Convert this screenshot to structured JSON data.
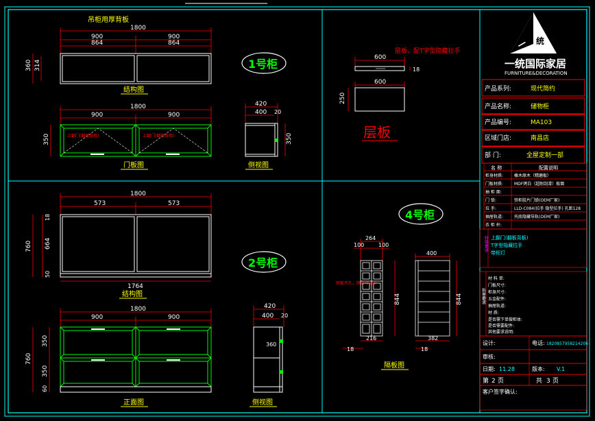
{
  "colors": {
    "background": "#000000",
    "frame": "#00ffff",
    "outline": "#ffffff",
    "dimension": "#ff0000",
    "dimension_text": "#ffffff",
    "door": "#00ff00",
    "title_green": "#00ff00",
    "label_yellow": "#ffff00",
    "accent_red": "#ff0000",
    "table_text": "#ffffff",
    "magenta": "#ff00ff"
  },
  "cabinet1": {
    "badge": "1号柜",
    "note_top": "吊柜用厚背板",
    "struct_dims": {
      "overall": "1800",
      "half_a": "900",
      "half_b": "900",
      "inner_a": "864",
      "inner_b": "864",
      "height_outer": "360",
      "height_inner": "314"
    },
    "struct_caption": "结构图",
    "door_dims": {
      "overall": "1800",
      "half_a": "900",
      "half_b": "900",
      "height": "350"
    },
    "door_note": "上翻门(翻板背板)",
    "door_caption": "门板图",
    "side_dims": {
      "overall": "420",
      "depth": "400",
      "gap": "20",
      "height": "350"
    },
    "side_caption": "侧视图"
  },
  "shelf": {
    "note": "层板，配T字型隐藏拉手",
    "dims": {
      "width_a": "600",
      "thickness": "18",
      "width_b": "600",
      "height": "250"
    },
    "label": "层板"
  },
  "cabinet2": {
    "badge": "2号柜",
    "struct_dims": {
      "overall": "1800",
      "left": "573",
      "right": "573",
      "height_outer": "760",
      "h1": "18",
      "h2": "664",
      "h3": "50",
      "bottom": "1764"
    },
    "struct_caption": "结构图",
    "front_dims": {
      "overall": "1800",
      "half_a": "900",
      "half_b": "900",
      "height_outer": "760",
      "row1": "350",
      "row2": "350",
      "base": "60"
    },
    "front_caption": "正面图",
    "side_dims": {
      "overall": "420",
      "depth": "400",
      "gap": "20",
      "inner": "360"
    },
    "side_caption": "侧视图"
  },
  "cabinet4": {
    "badge": "4号柜",
    "left_dims": {
      "top": "264",
      "a": "100",
      "b": "100",
      "height": "844",
      "bottom": "216",
      "foot": "18"
    },
    "left_note": "侧板开孔，隔板可调节",
    "right_dims": {
      "top": "400",
      "height": "844",
      "bottom": "382",
      "foot": "18"
    },
    "caption": "隔板图"
  },
  "title_block": {
    "logo_char": "统",
    "logo_side": "一",
    "company": "一统国际家居",
    "company_en": "FURNITURE&DECORATION",
    "rows": [
      {
        "label": "产品系列:",
        "value": "现代简约"
      },
      {
        "label": "产品名称:",
        "value": "储物柜"
      },
      {
        "label": "产品编号:",
        "value": "MA103"
      },
      {
        "label": "区域门店:",
        "value": "南昌店"
      },
      {
        "label": "部    门:",
        "value": "全屋定制一部"
      }
    ],
    "config_header": {
      "name": "名  称",
      "desc": "配置说明"
    },
    "config_rows": [
      {
        "name": "柜身材质:",
        "desc": "橡木原木（精磨板）"
      },
      {
        "name": "门板材质:",
        "desc": "MDF烤白（超耐刮漆）板面"
      },
      {
        "name": "抽 柜 面:",
        "desc": ""
      },
      {
        "name": "门    锁:",
        "desc": "铁柜胶片门锁(OEM厂家)"
      },
      {
        "name": "拉    手:",
        "desc": "LLD-C084(拉手 隐型拉手) 孔距128"
      },
      {
        "name": "抽屉轨道:",
        "desc": "托底隐藏导轨(OEM厂家)"
      },
      {
        "name": "衣 柜 杆:",
        "desc": ""
      }
    ],
    "special_label": "特殊要求",
    "special_notes": [
      "上翻门(翻板背板)",
      "T字型隐藏拉手",
      "带柜灯"
    ],
    "lower_label": "拆单要求",
    "lower_rows": [
      "材 料 单:",
      "门板尺寸:",
      "柜身尺寸:",
      "五金配件:",
      "抽屉轨道:",
      "材    质:",
      "是否需下单做柜体:",
      "是否需要配件:",
      "其他要求说明:"
    ],
    "design_label": "设计:",
    "design_value": "",
    "phone_label": "电话:",
    "phone_value": "1820857958214206",
    "check_label": "审核:",
    "check_value": "",
    "date_label": "日期:",
    "date_value": "11.28",
    "version_label": "版本:",
    "version_value": "V.1",
    "page_label": "第",
    "page_value": "2",
    "page_unit": "页",
    "total_label": "共",
    "total_value": "3",
    "total_unit": "页",
    "client_label": "客户签字确认:"
  }
}
